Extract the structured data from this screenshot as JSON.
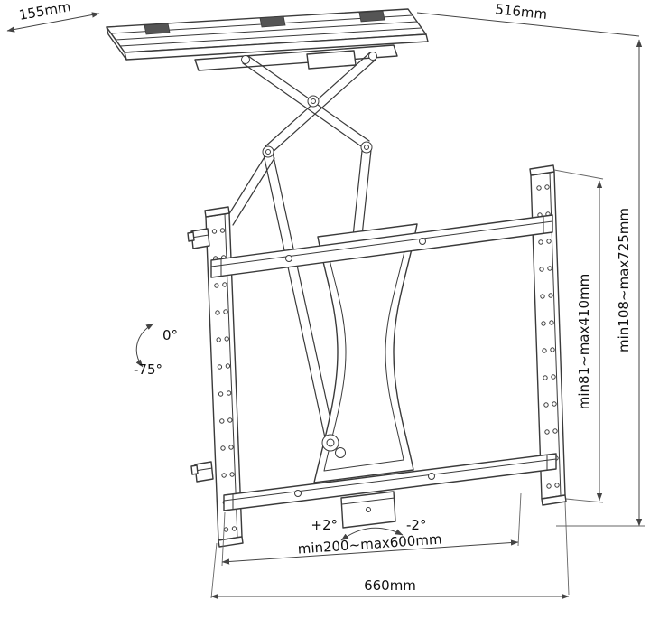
{
  "drawing": {
    "labels": {
      "plate_depth": "155mm",
      "plate_width": "516mm",
      "rail_height_range": "min81~max410mm",
      "drop_height_range": "min108~max725mm",
      "tilt_max": "0°",
      "tilt_min": "-75°",
      "swivel_pos": "+2°",
      "swivel_neg": "-2°",
      "bracket_width_range": "min200~max600mm",
      "overall_width": "660mm"
    },
    "colors": {
      "line": "#3a3a3a",
      "dimension": "#444444",
      "text": "#111111",
      "background": "#ffffff"
    }
  }
}
